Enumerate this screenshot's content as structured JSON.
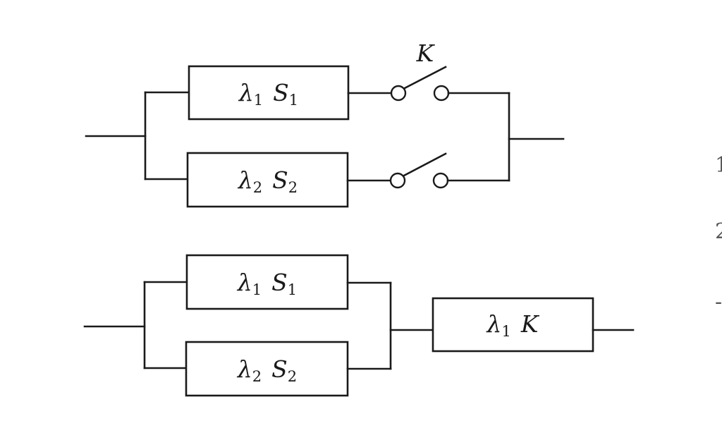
{
  "top_circuit": {
    "switch_label": "K",
    "blocks": [
      {
        "symbol": "λ",
        "symbol_sub": "1",
        "name": "S",
        "name_sub": "1"
      },
      {
        "symbol": "λ",
        "symbol_sub": "2",
        "name": "S",
        "name_sub": "2"
      }
    ]
  },
  "bottom_circuit": {
    "blocks": [
      {
        "symbol": "λ",
        "symbol_sub": "1",
        "name": "S",
        "name_sub": "1"
      },
      {
        "symbol": "λ",
        "symbol_sub": "2",
        "name": "S",
        "name_sub": "2"
      }
    ],
    "series_block": {
      "symbol": "λ",
      "symbol_sub": "1",
      "name": "K"
    }
  },
  "edge_marks": [
    "1",
    "2",
    "-"
  ]
}
